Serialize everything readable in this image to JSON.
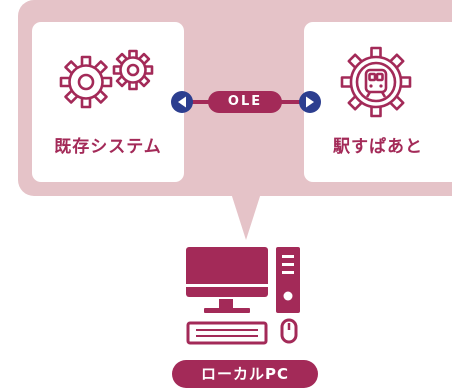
{
  "colors": {
    "panel": "#e5c3c8",
    "card": "#ffffff",
    "accent": "#a32a58",
    "arrow_button": "#2c3e8f"
  },
  "icons": {
    "existing_system": "gears-icon",
    "station": "train-gear-icon",
    "connector_left": "arrow-left-icon",
    "connector_right": "arrow-right-icon",
    "pc": "desktop-pc-icon"
  },
  "diagram": {
    "existing_system_label": "既存システム",
    "station_label": "駅すぱあと",
    "connector_label": "OLE",
    "pc_label": "ローカルPC"
  }
}
